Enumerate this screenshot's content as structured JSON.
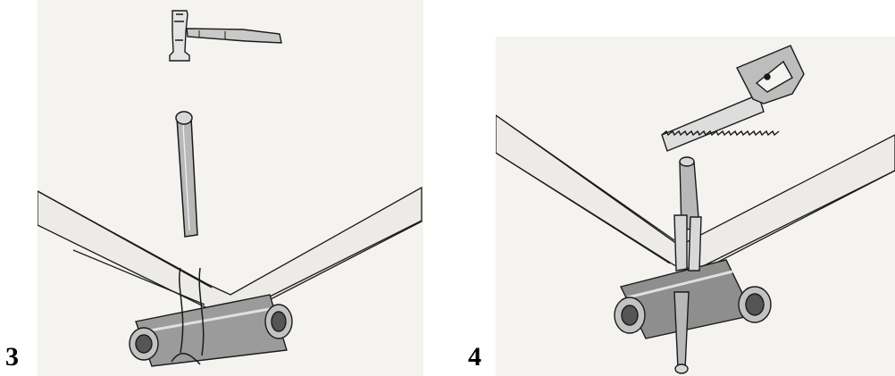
{
  "steps": [
    {
      "number": "3",
      "tool": "hammer"
    },
    {
      "number": "4",
      "tool": "saw"
    }
  ],
  "icons": {
    "panel_3_tool": "hammer-icon",
    "panel_3_object": "dowel-peg",
    "panel_4_tool": "saw-icon",
    "panel_4_object": "inserted-peg"
  },
  "colors": {
    "paper": "#f4f3f0",
    "ink": "#1a1a1a",
    "number": "#000000"
  }
}
